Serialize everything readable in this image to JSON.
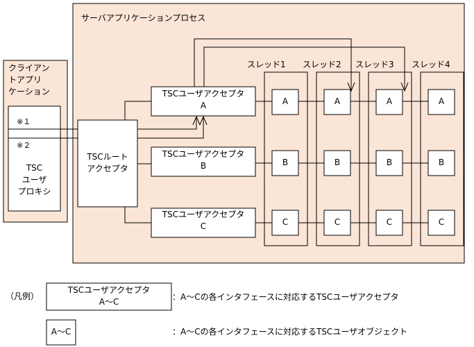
{
  "server": {
    "title": "サーバアプリケーションプロセス",
    "fill": "#fbe5d6"
  },
  "client": {
    "title_line1": "クライアン",
    "title_line2": "トアプリ",
    "title_line3": "ケーション",
    "proxy_line1": "TSC",
    "proxy_line2": "ユーザ",
    "proxy_line3": "プロキシ",
    "mark1": "※１",
    "mark2": "※２"
  },
  "root_acceptor": {
    "line1": "TSCルート",
    "line2": "アクセプタ"
  },
  "acceptors": [
    {
      "line1": "TSCユーザアクセプタ",
      "line2": "A"
    },
    {
      "line1": "TSCユーザアクセプタ",
      "line2": "B"
    },
    {
      "line1": "TSCユーザアクセプタ",
      "line2": "C"
    }
  ],
  "threads": [
    "スレッド1",
    "スレッド2",
    "スレッド3",
    "スレッド4"
  ],
  "objects": [
    "A",
    "B",
    "C"
  ],
  "legend": {
    "title": "（凡例）",
    "acceptor_box_line1": "TSCユーザアクセプタ",
    "acceptor_box_line2": "A〜C",
    "acceptor_desc": "：A〜Cの各インタフェースに対応するTSCユーザアクセプタ",
    "object_box": "A〜C",
    "object_desc": "：A〜Cの各インタフェースに対応するTSCユーザオブジェクト"
  }
}
